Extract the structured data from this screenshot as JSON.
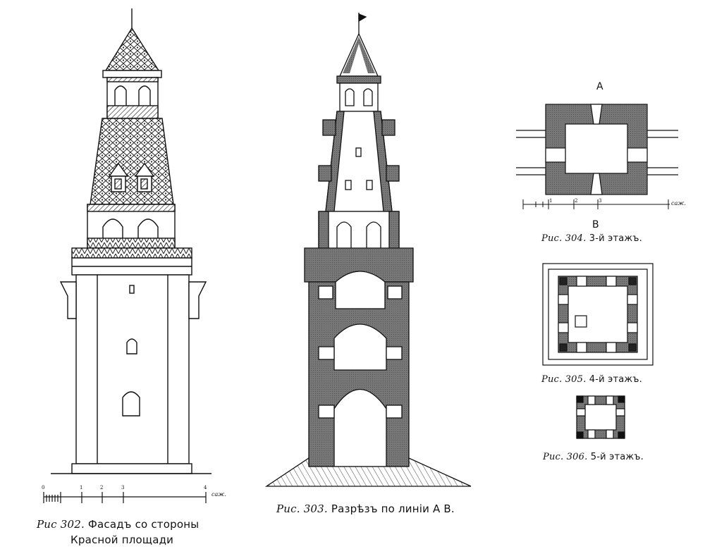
{
  "figures": [
    {
      "id": "fig302",
      "number": "Рис 302.",
      "caption_line1": "Фасадъ со стороны",
      "caption_line2": "Красной площади",
      "scale_unit": "саж.",
      "scale_ticks": [
        "0",
        "1",
        "2",
        "3",
        "4"
      ]
    },
    {
      "id": "fig303",
      "number": "Рис. 303.",
      "caption": "Разрѣзъ по линіи А В."
    },
    {
      "id": "fig304",
      "number": "Рис. 304.",
      "caption": "3-й этажъ.",
      "label_top": "A",
      "label_bottom": "B",
      "scale_unit": "саж.",
      "scale_ticks": [
        "1",
        "2",
        "3"
      ]
    },
    {
      "id": "fig305",
      "number": "Рис. 305.",
      "caption": "4-й этажъ."
    },
    {
      "id": "fig306",
      "number": "Рис. 306.",
      "caption": "5-й этажъ."
    }
  ],
  "colors": {
    "ink": "#111111",
    "hatch": "#7a7a7a",
    "paper": "#ffffff"
  }
}
